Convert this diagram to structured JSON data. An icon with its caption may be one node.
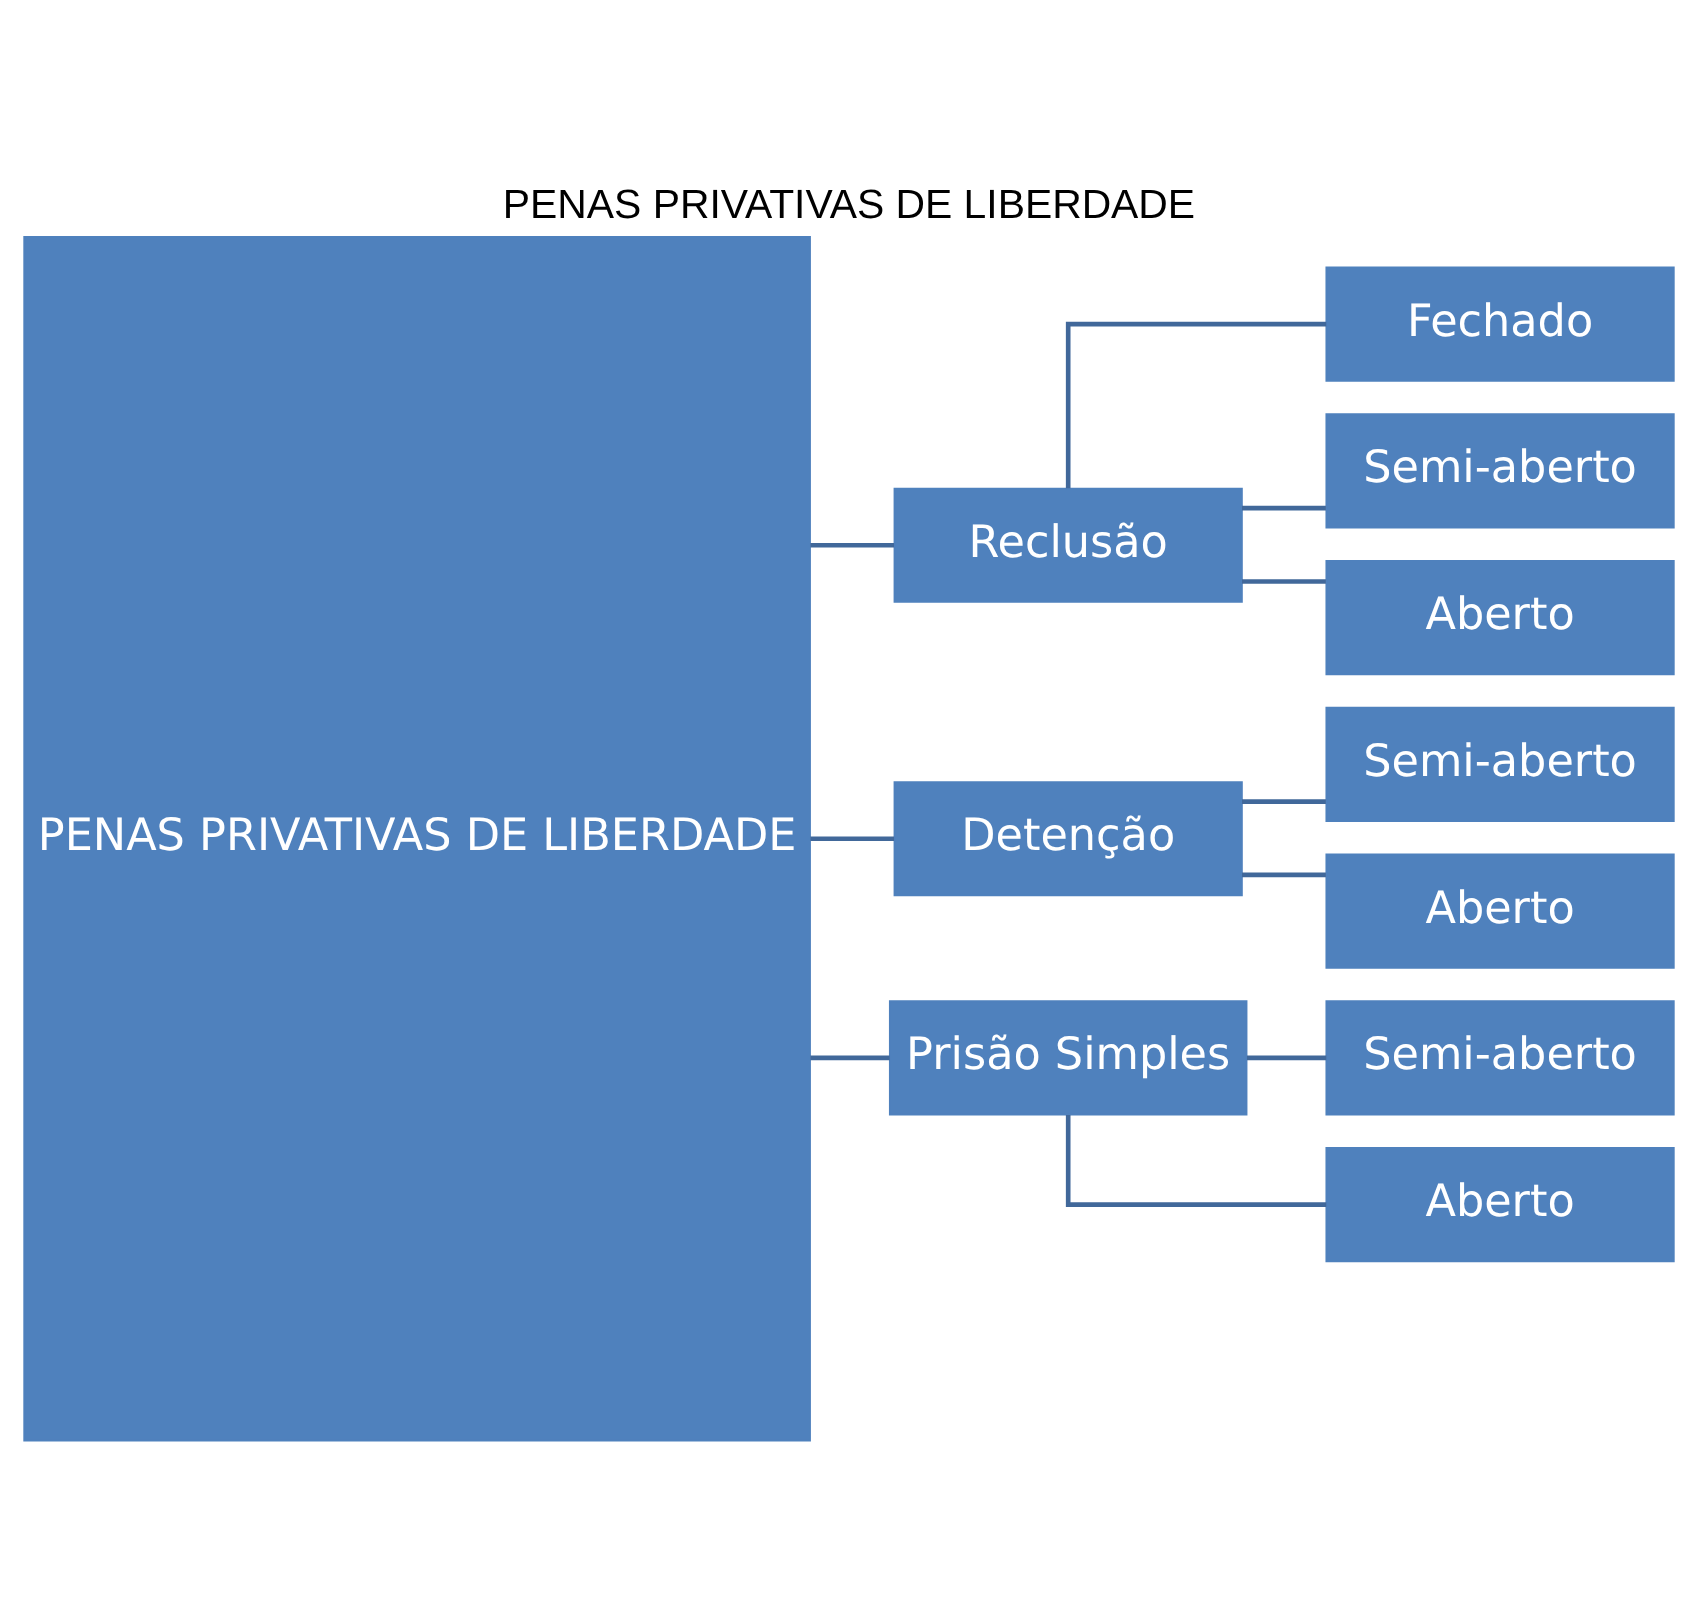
{
  "diagram": {
    "title": "PENAS PRIVATIVAS DE LIBERDADE",
    "nodes": [
      {
        "text": [
          "PENAS PRIVATIVAS DE LIBERDADE"
        ]
      },
      {
        "text": [
          "Reclusão"
        ]
      },
      {
        "text": [
          "Detenção"
        ]
      },
      {
        "text": [
          "Prisão Simples"
        ]
      },
      {
        "text": [
          "Fechado"
        ]
      },
      {
        "text": [
          "Semi-aberto"
        ]
      },
      {
        "text": [
          "Aberto"
        ]
      },
      {
        "text": [
          "Semi-aberto"
        ]
      },
      {
        "text": [
          "Aberto"
        ]
      },
      {
        "text": [
          "Semi-aberto"
        ]
      },
      {
        "text": [
          "Aberto"
        ]
      }
    ],
    "edges": [
      {
        "from": 0,
        "to": 1,
        "arrow": "none"
      },
      {
        "from": 0,
        "to": 2,
        "arrow": "none"
      },
      {
        "from": 0,
        "to": 3,
        "arrow": "none"
      },
      {
        "from": 1,
        "to": 4,
        "arrow": "none"
      },
      {
        "from": 1,
        "to": 5,
        "arrow": "none"
      },
      {
        "from": 1,
        "to": 6,
        "arrow": "none"
      },
      {
        "from": 2,
        "to": 7,
        "arrow": "none"
      },
      {
        "from": 2,
        "to": 8,
        "arrow": "none"
      },
      {
        "from": 3,
        "to": 9,
        "arrow": "none"
      },
      {
        "from": 3,
        "to": 10,
        "arrow": "none"
      }
    ]
  }
}
